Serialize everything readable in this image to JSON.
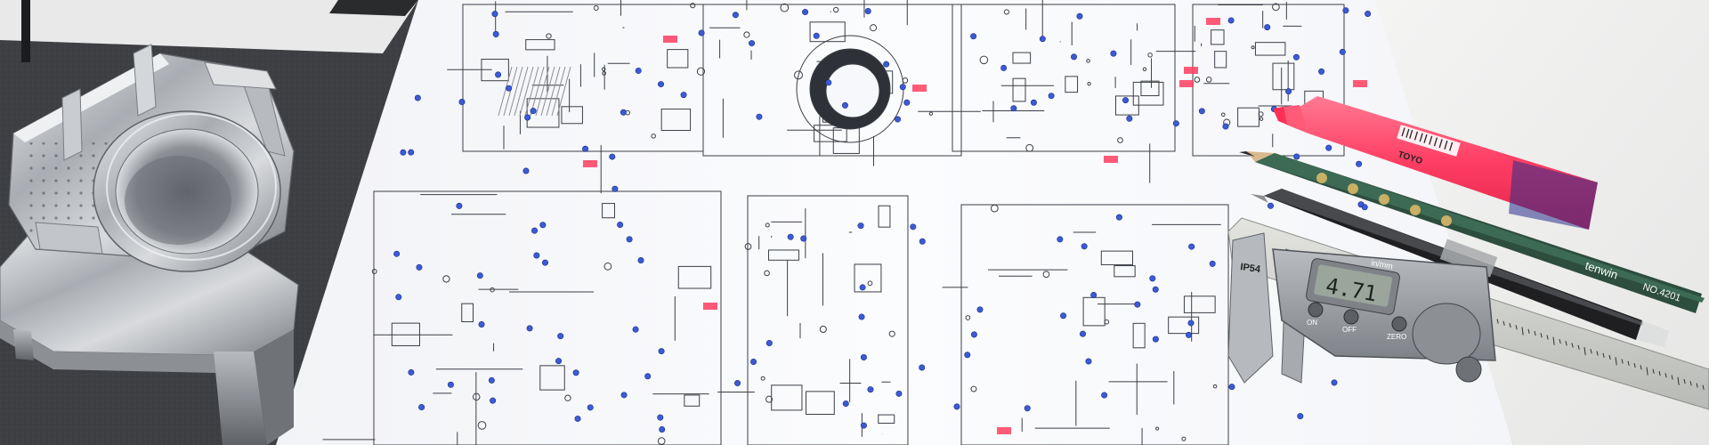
{
  "scene": {
    "caliper": {
      "reading": "4.71",
      "unit_label": "in/mm",
      "ip_rating": "IP54",
      "on_button": "ON",
      "off_button": "OFF",
      "zero_button": "ZERO"
    },
    "pencil": {
      "brand": "tenwin",
      "model": "NO.4201"
    },
    "highlighter": {
      "brand": "TOYO"
    }
  }
}
